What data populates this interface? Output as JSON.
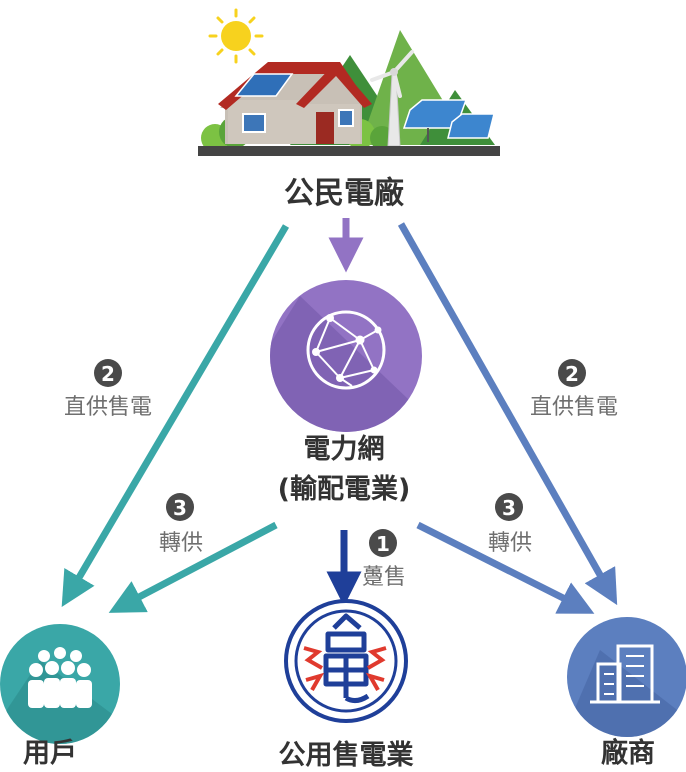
{
  "colors": {
    "teal": "#3aa7a7",
    "purple": "#9273c4",
    "blue": "#5c7fbf",
    "darkblue": "#1f3f99",
    "badge": "#4a4a4a",
    "label": "#333333",
    "sublabel": "#6f6f6f"
  },
  "nodes": {
    "citizen_plant": {
      "label": "公民電廠"
    },
    "grid": {
      "label_line1": "電力網",
      "label_line2": "(輸配電業)"
    },
    "user": {
      "label": "用戶"
    },
    "utility": {
      "label": "公用售電業"
    },
    "factory": {
      "label": "廠商"
    }
  },
  "edges": {
    "direct_left": {
      "number": "2",
      "text": "直供售電"
    },
    "direct_right": {
      "number": "2",
      "text": "直供售電"
    },
    "wheel_left": {
      "number": "3",
      "text": "轉供"
    },
    "wheel_right": {
      "number": "3",
      "text": "轉供"
    },
    "wholesale": {
      "number": "1",
      "text": "躉售"
    }
  },
  "icons": {
    "citizen_plant": "house-solar-wind-icon",
    "grid": "network-globe-icon",
    "user": "people-group-icon",
    "utility": "taipower-logo",
    "factory": "office-buildings-icon"
  }
}
